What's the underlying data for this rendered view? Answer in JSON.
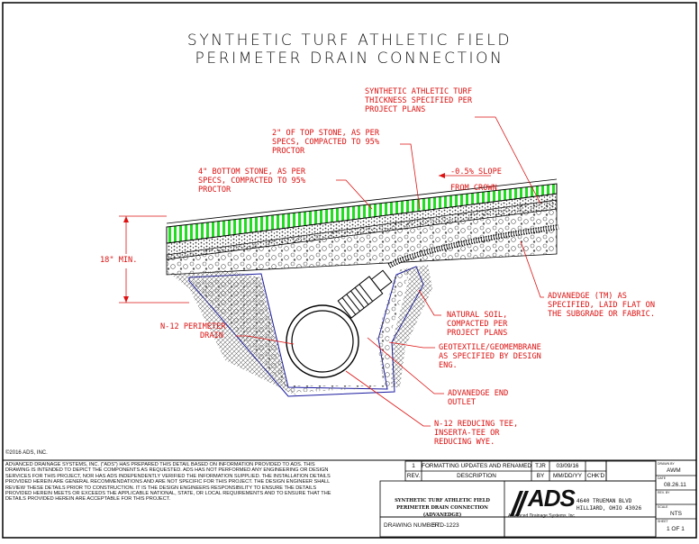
{
  "title": {
    "line1": "SYNTHETIC TURF ATHLETIC FIELD",
    "line2": "PERIMETER DRAIN CONNECTION"
  },
  "callouts": {
    "turf": [
      "SYNTHETIC ATHLETIC TURF",
      "THICKNESS SPECIFIED PER",
      "PROJECT PLANS"
    ],
    "top_stone": [
      "2\" OF TOP STONE, AS PER",
      "SPECS, COMPACTED TO 95%",
      "PROCTOR"
    ],
    "bottom_stone": [
      "4\" BOTTOM STONE, AS PER",
      "SPECS, COMPACTED TO 95%",
      "PROCTOR"
    ],
    "slope": [
      "-0.5% SLOPE",
      "FROM CROWN"
    ],
    "advanedge": [
      "ADVANEDGE (TM) AS",
      "SPECIFIED, LAID FLAT ON",
      "THE SUBGRADE OR FABRIC."
    ],
    "natural_soil": [
      "NATURAL SOIL,",
      "COMPACTED PER",
      "PROJECT PLANS"
    ],
    "geotextile": [
      "GEOTEXTILE/GEOMEMBRANE",
      "AS SPECIFIED BY DESIGN",
      "ENG."
    ],
    "end_outlet": [
      "ADVANEDGE END",
      "OUTLET"
    ],
    "reducing_tee": [
      "N-12 REDUCING TEE,",
      "INSERTA-TEE OR",
      "REDUCING WYE."
    ],
    "perimeter_drain": [
      "N-12 PERIMETER",
      "DRAIN"
    ]
  },
  "dimension": "18\" MIN.",
  "copyright": "©2016 ADS, INC.",
  "disclaimer": [
    "ADVANCED DRAINAGE SYSTEMS, INC. (\"ADS\") HAS PREPARED THIS DETAIL BASED ON INFORMATION PROVIDED TO ADS.  THIS",
    "DRAWING IS INTENDED TO DEPICT THE COMPONENTS AS REQUESTED.  ADS HAS NOT PERFORMED ANY ENGINEERING OR DESIGN",
    "SERVICES FOR THIS PROJECT, NOR HAS ADS INDEPENDENTLY VERIFIED THE INFORMATION SUPPLIED.  THE INSTALLATION DETAILS",
    "PROVIDED HEREIN ARE GENERAL RECOMMENDATIONS AND ARE NOT SPECIFIC FOR THIS PROJECT.  THE DESIGN ENGINEER SHALL",
    "REVIEW THESE DETAILS PRIOR TO CONSTRUCTION.  IT IS THE DESIGN ENGINEERS RESPONSIBILITY TO ENSURE THE DETAILS",
    "PROVIDED HEREIN MEETS OR EXCEEDS THE APPLICABLE NATIONAL, STATE, OR LOCAL REQUIREMENTS AND TO ENSURE THAT THE",
    "DETAILS PROVIDED HEREIN ARE ACCEPTABLE FOR THIS PROJECT."
  ],
  "revision": {
    "num": "1",
    "desc": "FORMATTING UPDATES AND RENAMED",
    "by": "TJR",
    "date": "03/09/16",
    "hdr_rev": "REV.",
    "hdr_desc": "DESCRIPTION",
    "hdr_by": "BY",
    "hdr_date": "MM/DD/YY",
    "hdr_chk": "CHK'D"
  },
  "sheet_title": [
    "SYNTHETIC TURF ATHLETIC FIELD",
    "PERIMETER DRAIN CONNECTION (ADVANEDGE)"
  ],
  "drawing_number_label": "DRAWING NUMBER:",
  "drawing_number": "STD-1223",
  "company": {
    "logo": "ADS",
    "name": "Advanced Drainage Systems, Inc.",
    "address1": "4640 TRUEMAN BLVD",
    "address2": "HILLIARD, OHIO 43026"
  },
  "titleblock": {
    "drawn_by_label": "DRAWN BY",
    "drawn_by": "AWM",
    "date_label": "DATE",
    "date": "08.26.11",
    "rev_label": "REV. BY",
    "scale_label": "SCALE",
    "scale": "NTS",
    "sheet_label": "SHEET",
    "sheet": "1 OF 1"
  },
  "colors": {
    "callout": "#dd1111",
    "turf": "#22dd22",
    "liner": "#1a1aa0"
  }
}
